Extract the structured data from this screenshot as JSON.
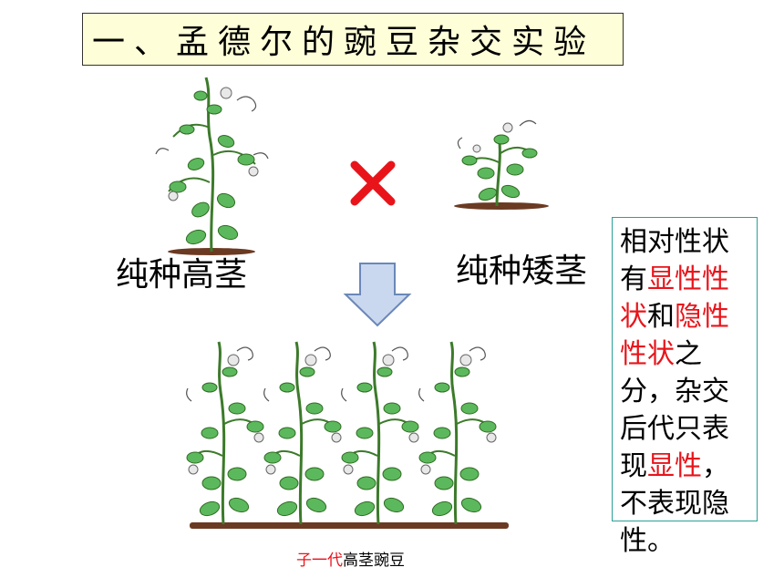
{
  "title": "一、孟德尔的豌豆杂交实验",
  "labels": {
    "tall_parent": "纯种高茎",
    "dwarf_parent": "纯种矮茎"
  },
  "icons": {
    "cross": "cross-icon",
    "arrow": "arrow-down-icon"
  },
  "note": {
    "p1": "相对性状有",
    "p2": "显性性状",
    "p3": "和",
    "p4": "隐性性状",
    "p5": "之分，杂交后代只表现",
    "p6": "显性",
    "p7": "，不表现隐性。"
  },
  "caption": {
    "red": "子一代",
    "black": "高茎豌豆"
  },
  "colors": {
    "red": "#e8141a",
    "title_bg": "#fefed8",
    "note_border": "#2aa198",
    "leaf": "#5cb85c",
    "arrow_fill": "#c9d8ef"
  }
}
